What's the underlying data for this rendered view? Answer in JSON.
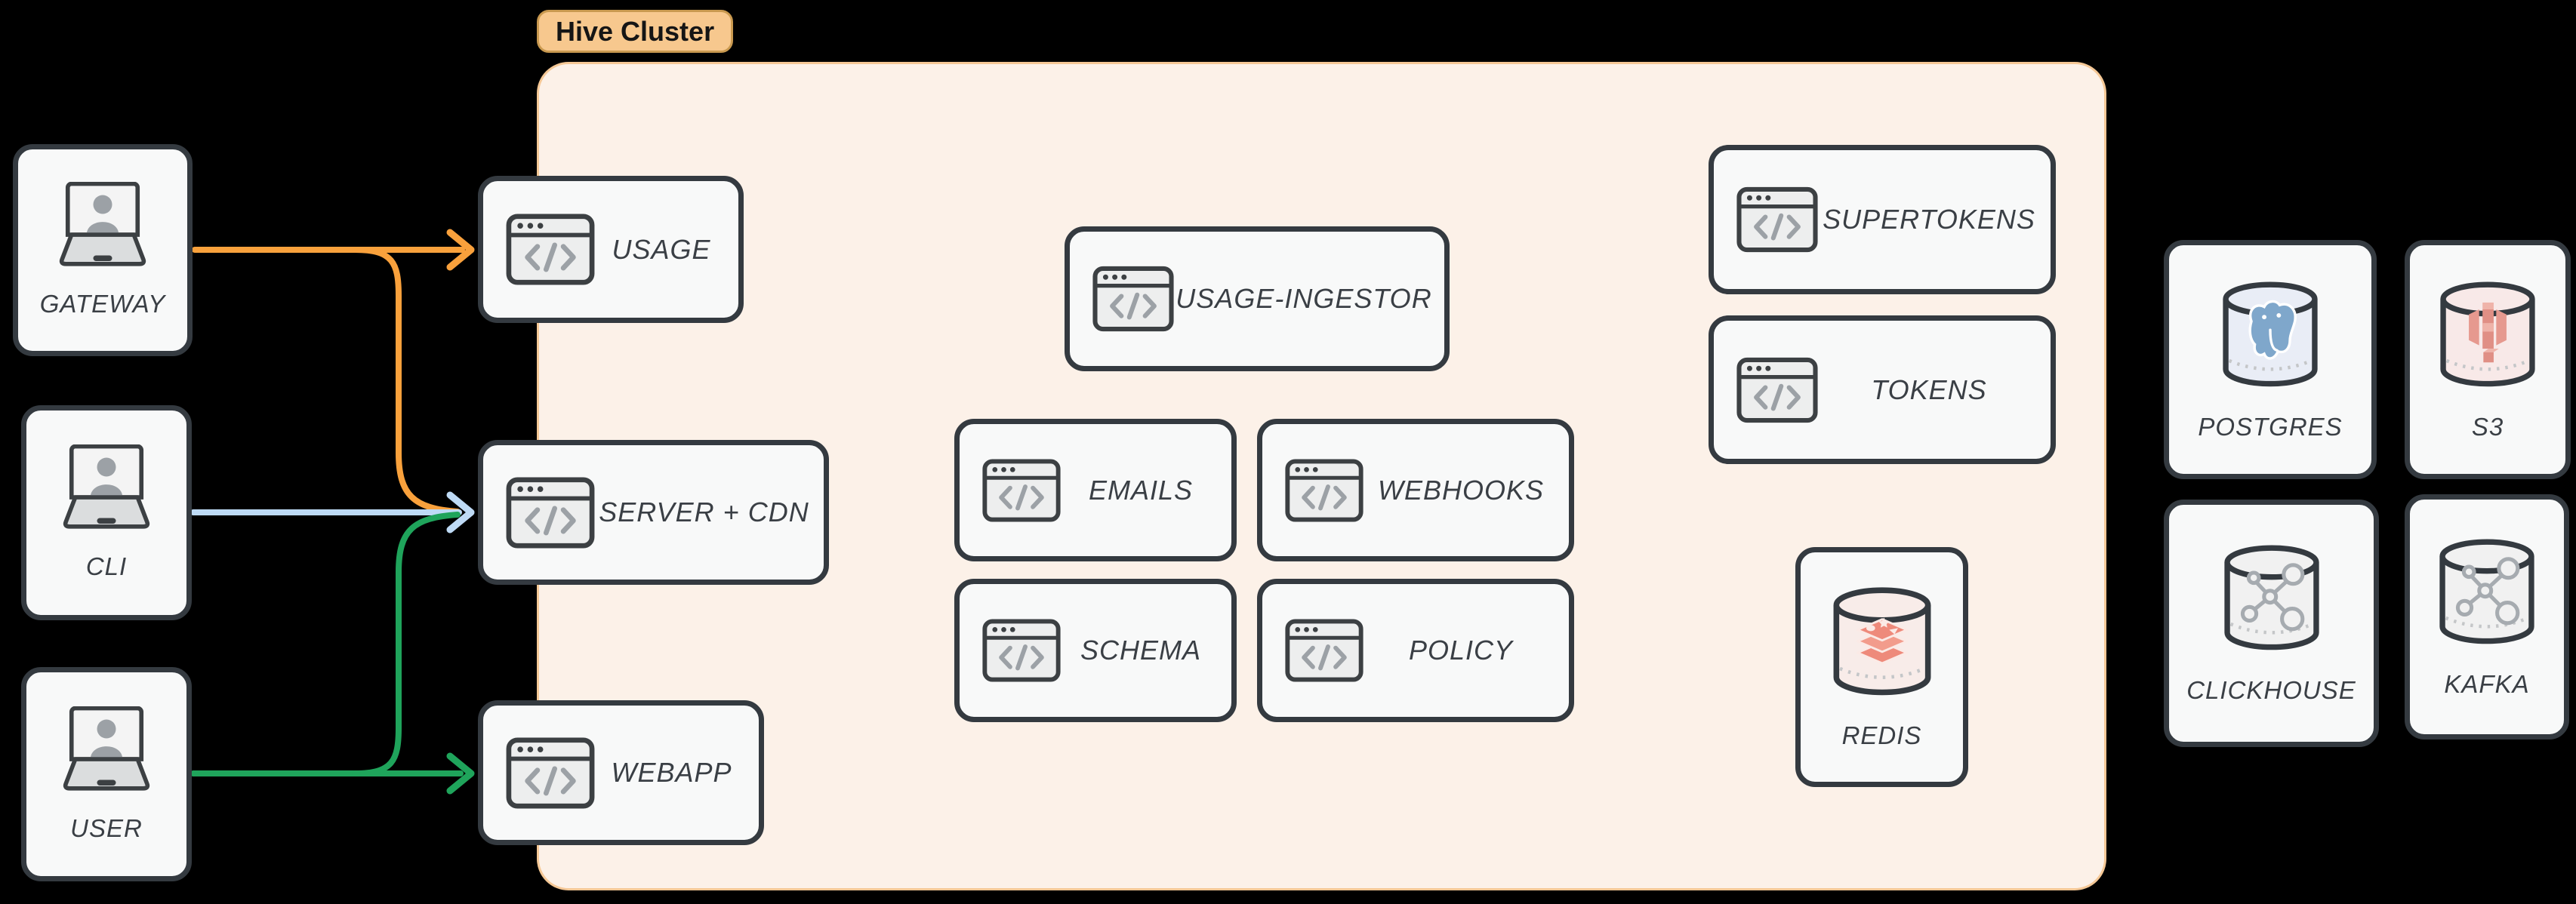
{
  "cluster": {
    "label": "Hive Cluster"
  },
  "nodes": {
    "gateway": {
      "label": "GATEWAY",
      "icon": "laptop-user-icon"
    },
    "cli": {
      "label": "CLI",
      "icon": "laptop-user-icon"
    },
    "user": {
      "label": "USER",
      "icon": "laptop-user-icon"
    },
    "usage": {
      "label": "USAGE",
      "icon": "code-window-icon"
    },
    "server_cdn": {
      "label": "SERVER + CDN",
      "icon": "code-window-icon"
    },
    "webapp": {
      "label": "WEBAPP",
      "icon": "code-window-icon"
    },
    "usage_ingestor": {
      "label": "USAGE-INGESTOR",
      "icon": "code-window-icon"
    },
    "emails": {
      "label": "EMAILS",
      "icon": "code-window-icon"
    },
    "webhooks": {
      "label": "WEBHOOKS",
      "icon": "code-window-icon"
    },
    "schema": {
      "label": "SCHEMA",
      "icon": "code-window-icon"
    },
    "policy": {
      "label": "POLICY",
      "icon": "code-window-icon"
    },
    "supertokens": {
      "label": "SUPERTOKENS",
      "icon": "code-window-icon"
    },
    "tokens": {
      "label": "TOKENS",
      "icon": "code-window-icon"
    },
    "redis": {
      "label": "REDIS",
      "icon": "redis-database-icon"
    },
    "postgres": {
      "label": "POSTGRES",
      "icon": "postgres-database-icon"
    },
    "s3": {
      "label": "S3",
      "icon": "s3-database-icon"
    },
    "clickhouse": {
      "label": "CLICKHOUSE",
      "icon": "graph-database-icon"
    },
    "kafka": {
      "label": "KAFKA",
      "icon": "graph-database-icon"
    }
  },
  "edges": [
    {
      "from": "GATEWAY",
      "to": "USAGE",
      "color": "#F9A13C"
    },
    {
      "from": "GATEWAY",
      "to": "SERVER + CDN",
      "color": "#F9A13C"
    },
    {
      "from": "CLI",
      "to": "SERVER + CDN",
      "color": "#BEDAF5"
    },
    {
      "from": "USER",
      "to": "WEBAPP",
      "color": "#1FA45B"
    },
    {
      "from": "USER",
      "to": "SERVER + CDN",
      "color": "#1FA45B"
    }
  ],
  "colors": {
    "background": "#000000",
    "cluster_fill": "#FCF1E8",
    "cluster_border": "#F5C896",
    "tag_fill": "#F7C88E",
    "node_fill": "#F8F9F9",
    "node_border": "#343A40",
    "edge_orange": "#F9A13C",
    "edge_blue": "#BEDAF5",
    "edge_green": "#1FA45B"
  }
}
